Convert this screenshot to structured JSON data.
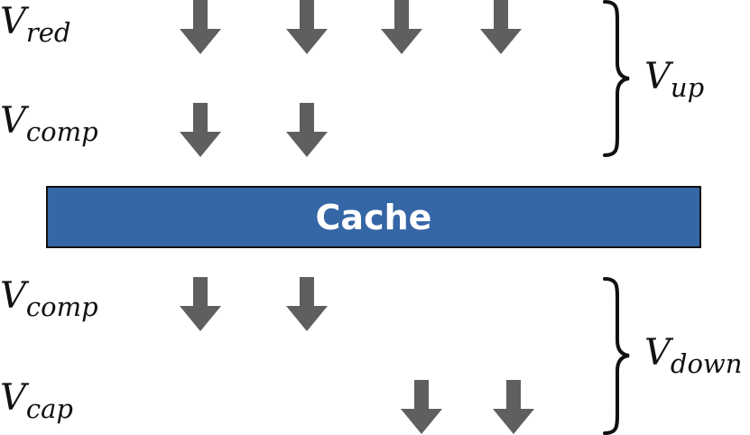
{
  "colors": {
    "arrow": "#5f5f5f",
    "cache_fill": "#3566a6",
    "cache_text": "#ffffff"
  },
  "cache": {
    "label": "Cache"
  },
  "rows": [
    {
      "id": "v-red",
      "base": "V",
      "sub": "red",
      "arrows": 4
    },
    {
      "id": "v-comp-up",
      "base": "V",
      "sub": "comp",
      "arrows": 2
    },
    {
      "id": "v-comp-down",
      "base": "V",
      "sub": "comp",
      "arrows": 2
    },
    {
      "id": "v-cap",
      "base": "V",
      "sub": "cap",
      "arrows": 2
    }
  ],
  "groups": [
    {
      "id": "v-up",
      "base": "V",
      "sub": "up"
    },
    {
      "id": "v-down",
      "base": "V",
      "sub": "down"
    }
  ]
}
